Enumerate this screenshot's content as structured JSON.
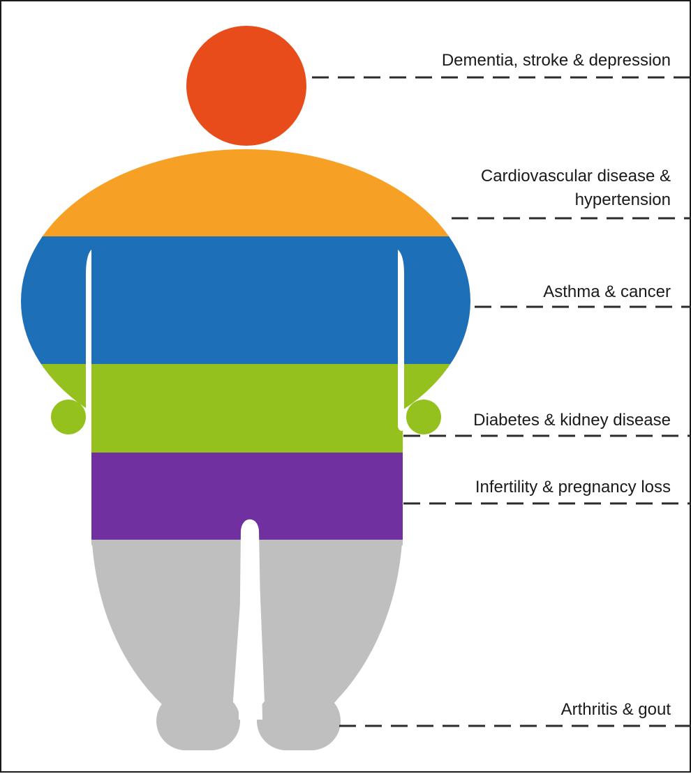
{
  "colors": {
    "head": "#e84c1b",
    "cardiovascular": "#f6a025",
    "respiratory": "#1d6fb8",
    "metabolic": "#95c11f",
    "reproductive": "#7030a0",
    "musculoskeletal": "#bfbfbf",
    "leader_line": "#2b2b2b"
  },
  "regions": [
    {
      "key": "head",
      "label": "Dementia, stroke & depression"
    },
    {
      "key": "chest",
      "label": "Cardiovascular disease & hypertension"
    },
    {
      "key": "belly",
      "label": "Asthma & cancer"
    },
    {
      "key": "waist",
      "label": "Diabetes & kidney disease"
    },
    {
      "key": "hips",
      "label": "Infertility & pregnancy loss"
    },
    {
      "key": "legs",
      "label": "Arthritis & gout"
    }
  ]
}
